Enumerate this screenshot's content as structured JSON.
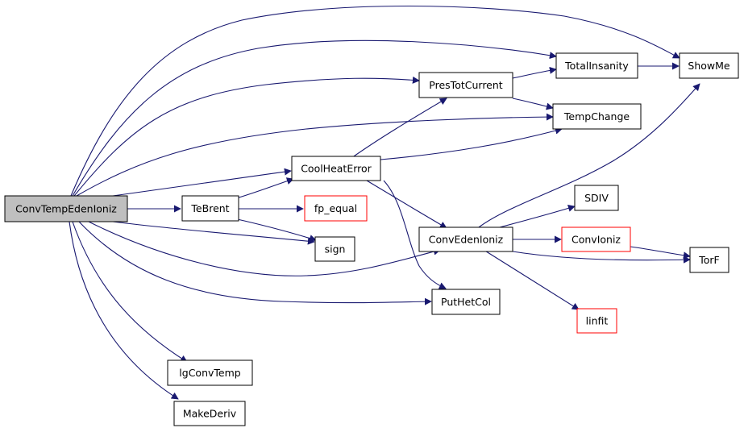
{
  "colors": {
    "edge": "#191970",
    "node_fill": "#ffffff",
    "node_stroke": "#000000",
    "node_stroke_incomplete": "#ff0000",
    "root_fill": "#bfbfbf"
  },
  "nodes": {
    "root": {
      "label": "ConvTempEdenIoniz",
      "kind": "root"
    },
    "tebrent": {
      "label": "TeBrent",
      "kind": "normal"
    },
    "coolheaterror": {
      "label": "CoolHeatError",
      "kind": "normal"
    },
    "fpequal": {
      "label": "fp_equal",
      "kind": "incomplete"
    },
    "sign": {
      "label": "sign",
      "kind": "normal"
    },
    "prestotcurrent": {
      "label": "PresTotCurrent",
      "kind": "normal"
    },
    "totalinsanity": {
      "label": "TotalInsanity",
      "kind": "normal"
    },
    "showme": {
      "label": "ShowMe",
      "kind": "normal"
    },
    "tempchange": {
      "label": "TempChange",
      "kind": "normal"
    },
    "convedenioniz": {
      "label": "ConvEdenIoniz",
      "kind": "normal"
    },
    "sdiv": {
      "label": "SDIV",
      "kind": "normal"
    },
    "convioniz": {
      "label": "ConvIoniz",
      "kind": "incomplete"
    },
    "torf": {
      "label": "TorF",
      "kind": "normal"
    },
    "linfit": {
      "label": "linfit",
      "kind": "incomplete"
    },
    "puthetcol": {
      "label": "PutHetCol",
      "kind": "normal"
    },
    "igconvtemp": {
      "label": "lgConvTemp",
      "kind": "normal"
    },
    "makederiv": {
      "label": "MakeDeriv",
      "kind": "normal"
    }
  },
  "edges": [
    [
      "root",
      "showme"
    ],
    [
      "root",
      "totalinsanity"
    ],
    [
      "root",
      "prestotcurrent"
    ],
    [
      "root",
      "tempchange"
    ],
    [
      "root",
      "coolheaterror"
    ],
    [
      "root",
      "tebrent"
    ],
    [
      "root",
      "sign"
    ],
    [
      "root",
      "convedenioniz"
    ],
    [
      "root",
      "puthetcol"
    ],
    [
      "root",
      "igconvtemp"
    ],
    [
      "root",
      "makederiv"
    ],
    [
      "tebrent",
      "coolheaterror"
    ],
    [
      "tebrent",
      "fpequal"
    ],
    [
      "tebrent",
      "sign"
    ],
    [
      "coolheaterror",
      "prestotcurrent"
    ],
    [
      "coolheaterror",
      "tempchange"
    ],
    [
      "coolheaterror",
      "convedenioniz"
    ],
    [
      "coolheaterror",
      "puthetcol"
    ],
    [
      "prestotcurrent",
      "totalinsanity"
    ],
    [
      "prestotcurrent",
      "tempchange"
    ],
    [
      "totalinsanity",
      "showme"
    ],
    [
      "convedenioniz",
      "showme"
    ],
    [
      "convedenioniz",
      "sdiv"
    ],
    [
      "convedenioniz",
      "convioniz"
    ],
    [
      "convedenioniz",
      "torf"
    ],
    [
      "convedenioniz",
      "linfit"
    ],
    [
      "convioniz",
      "torf"
    ]
  ]
}
